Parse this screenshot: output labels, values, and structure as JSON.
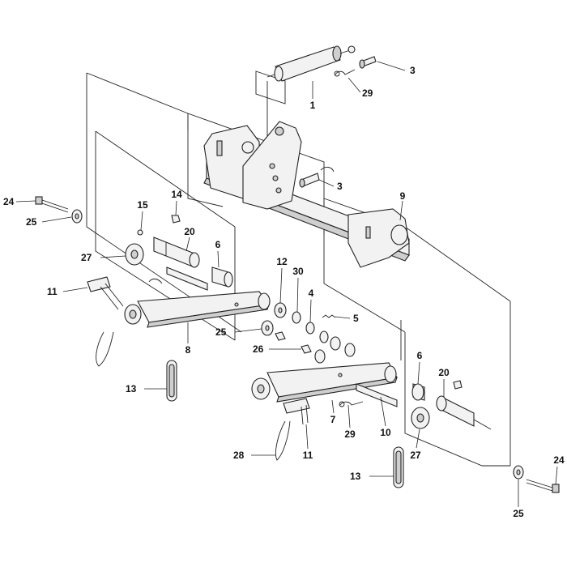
{
  "diagram": {
    "callouts": {
      "c1": "1",
      "c3a": "3",
      "c29a": "29",
      "c3b": "3",
      "c9": "9",
      "c24a": "24",
      "c25a": "25",
      "c14": "14",
      "c15": "15",
      "c20a": "20",
      "c6a": "6",
      "c27a": "27",
      "c11a": "11",
      "c12": "12",
      "c30": "30",
      "c4": "4",
      "c5": "5",
      "c25b": "25",
      "c8": "8",
      "c26": "26",
      "c13a": "13",
      "c6b": "6",
      "c20b": "20",
      "c7": "7",
      "c29b": "29",
      "c10": "10",
      "c28": "28",
      "c11b": "11",
      "c27b": "27",
      "c13b": "13",
      "c24b": "24",
      "c25c": "25"
    }
  }
}
